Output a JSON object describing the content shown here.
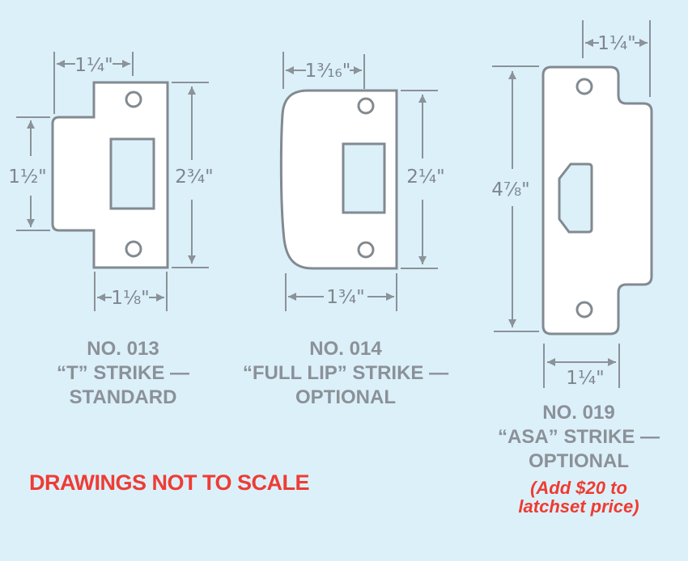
{
  "colors": {
    "background": "#dcf0fa",
    "line_gray": "#828a90",
    "text_gray": "#8b9198",
    "accent_red": "#ef3b30"
  },
  "plates": [
    {
      "id": "013",
      "dims": {
        "top": "1¹⁄₄\"",
        "left": "1¹⁄₂\"",
        "right": "2³⁄₄\"",
        "bottom": "1¹⁄₈\""
      },
      "caption": [
        "NO. 013",
        "“T” STRIKE —",
        "STANDARD"
      ]
    },
    {
      "id": "014",
      "dims": {
        "top": "1³⁄₁₆\"",
        "right": "2¹⁄₄\"",
        "bottom": "1³⁄₄\""
      },
      "caption": [
        "NO. 014",
        "“FULL LIP” STRIKE —",
        "OPTIONAL"
      ]
    },
    {
      "id": "019",
      "dims": {
        "top": "1¹⁄₄\"",
        "left": "4⁷⁄₈\"",
        "bottom": "1¹⁄₄\""
      },
      "caption": [
        "NO. 019",
        "“ASA” STRIKE —",
        "OPTIONAL"
      ],
      "note": [
        "(Add $20 to",
        "latchset price)"
      ]
    }
  ],
  "footer": {
    "note": "DRAWINGS NOT TO SCALE"
  }
}
